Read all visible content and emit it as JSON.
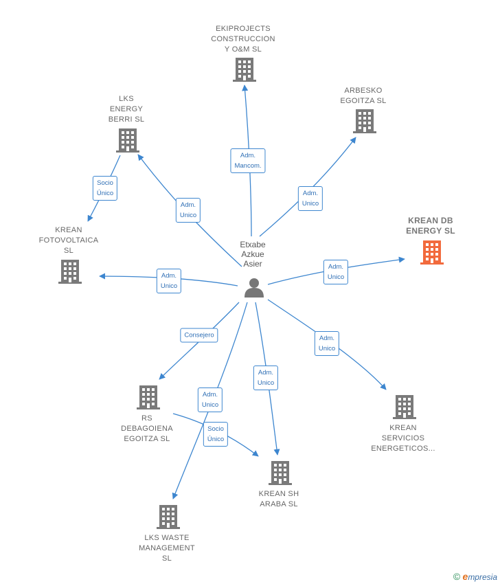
{
  "colors": {
    "edge": "#3d86cf",
    "building": "#7a7a7a",
    "highlight": "#f26a3d",
    "person": "#777777"
  },
  "center": {
    "label": "Etxabe\nAzkue\nAsier",
    "icon": "person-icon"
  },
  "companies": [
    {
      "id": "ekiprojects",
      "label": "EKIPROJECTS\nCONSTRUCCION\nY O&M  SL",
      "icon": "building-icon",
      "highlight": false
    },
    {
      "id": "lks-energy",
      "label": "LKS\nENERGY\nBERRI  SL",
      "icon": "building-icon",
      "highlight": false
    },
    {
      "id": "arbesko",
      "label": "ARBESKO\nEGOITZA  SL",
      "icon": "building-icon",
      "highlight": false
    },
    {
      "id": "krean-db",
      "label": "KREAN DB\nENERGY  SL",
      "icon": "building-icon",
      "highlight": true
    },
    {
      "id": "krean-foto",
      "label": "KREAN\nFOTOVOLTAICA\nSL",
      "icon": "building-icon",
      "highlight": false
    },
    {
      "id": "rs-debagoiena",
      "label": "RS\nDEBAGOIENA\nEGOITZA SL",
      "icon": "building-icon",
      "highlight": false
    },
    {
      "id": "krean-servicios",
      "label": "KREAN\nSERVICIOS\nENERGETICOS...",
      "icon": "building-icon",
      "highlight": false
    },
    {
      "id": "krean-sh",
      "label": "KREAN SH\nARABA  SL",
      "icon": "building-icon",
      "highlight": false
    },
    {
      "id": "lks-waste",
      "label": "LKS WASTE\nMANAGEMENT\nSL",
      "icon": "building-icon",
      "highlight": false
    }
  ],
  "relations": [
    {
      "from": "center",
      "to": "ekiprojects",
      "label": "Adm.\nMancom."
    },
    {
      "from": "center",
      "to": "lks-energy",
      "label": "Adm.\nUnico"
    },
    {
      "from": "center",
      "to": "arbesko",
      "label": "Adm.\nUnico"
    },
    {
      "from": "center",
      "to": "krean-db",
      "label": "Adm.\nUnico"
    },
    {
      "from": "center",
      "to": "krean-foto",
      "label": "Adm.\nUnico"
    },
    {
      "from": "lks-energy",
      "to": "krean-foto",
      "label": "Socio\nÚnico"
    },
    {
      "from": "center",
      "to": "rs-debagoiena",
      "label": "Consejero"
    },
    {
      "from": "center",
      "to": "krean-servicios",
      "label": "Adm.\nUnico"
    },
    {
      "from": "center",
      "to": "krean-sh",
      "label": "Adm.\nUnico"
    },
    {
      "from": "center",
      "to": "lks-waste",
      "label": "Adm.\nUnico"
    },
    {
      "from": "rs-debagoiena",
      "to": "krean-sh",
      "label": "Socio\nÚnico"
    }
  ],
  "footer": {
    "copyright": "©",
    "brand_initial": "e",
    "brand_rest": "mpresia"
  }
}
